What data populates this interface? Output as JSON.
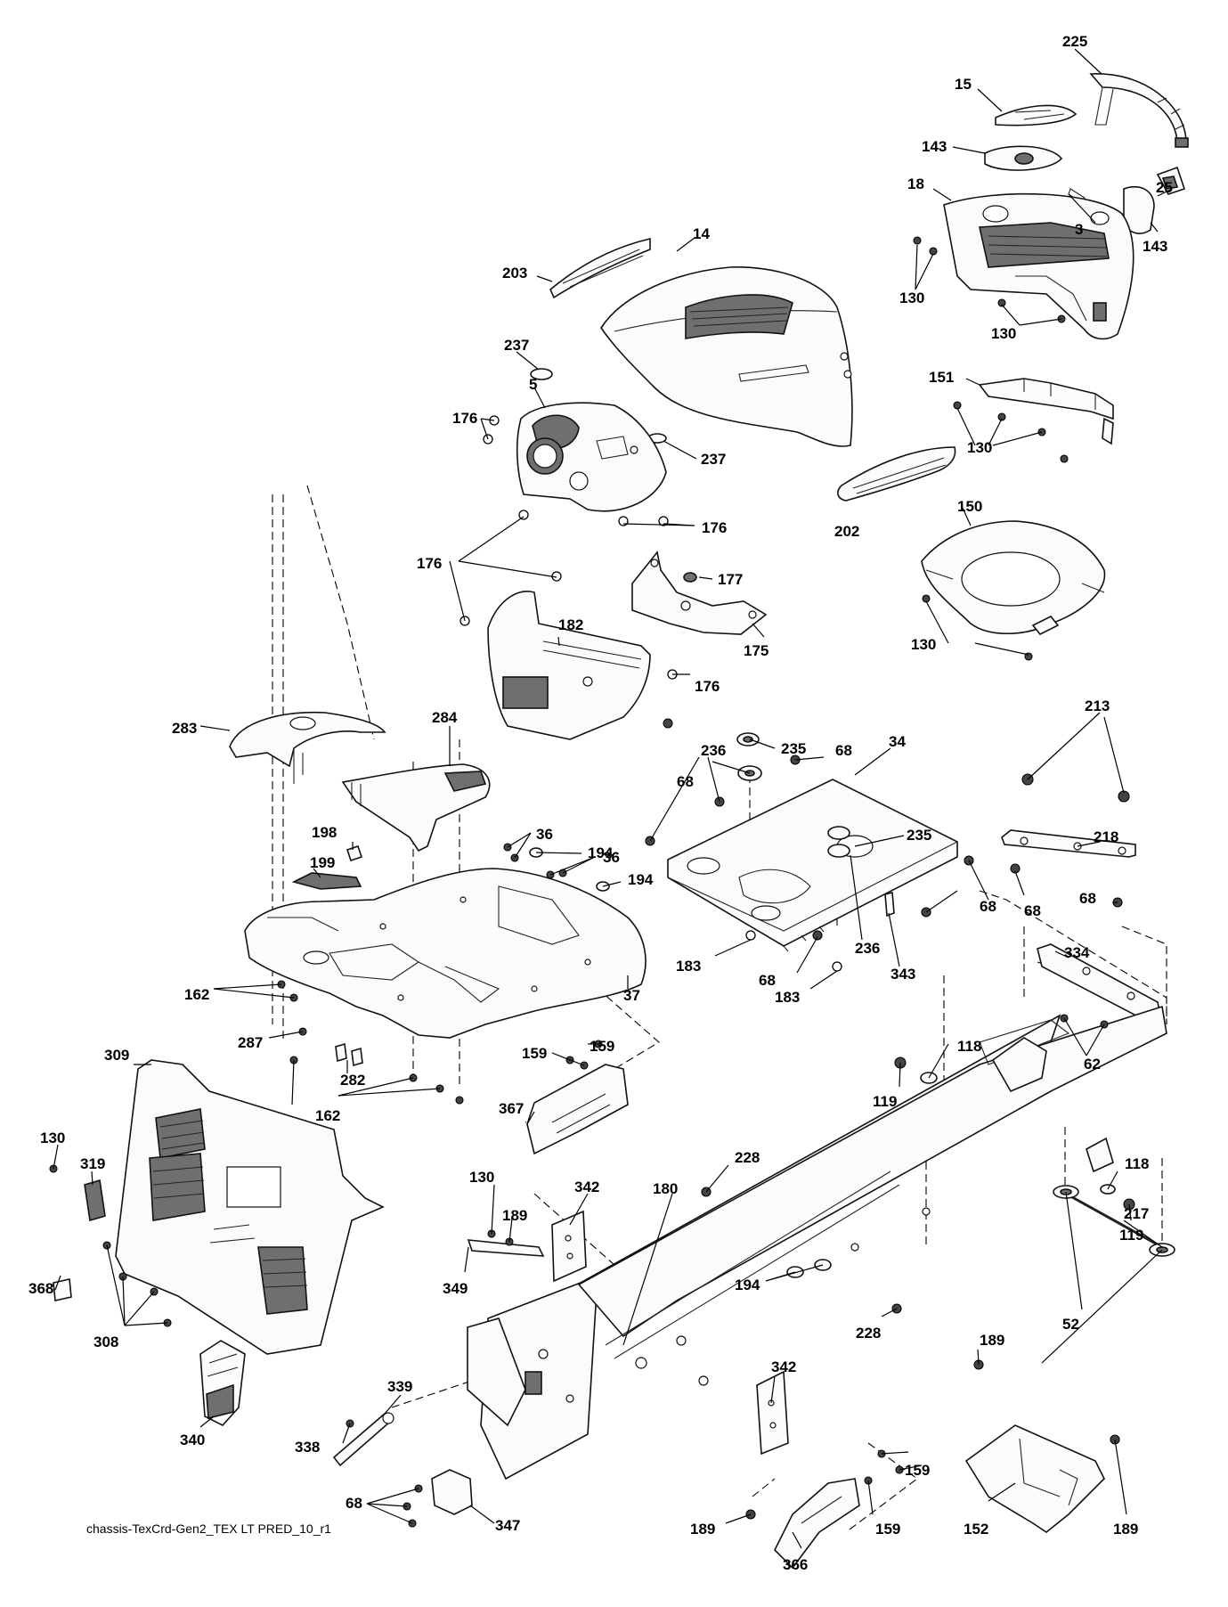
{
  "diagram": {
    "caption": "chassis-TexCrd-Gen2_TEX LT PRED_10_r1",
    "callouts": [
      "225",
      "15",
      "143",
      "18",
      "3",
      "25",
      "143",
      "130",
      "130",
      "203",
      "14",
      "237",
      "5",
      "176",
      "237",
      "151",
      "130",
      "202",
      "176",
      "176",
      "150",
      "177",
      "182",
      "175",
      "176",
      "130",
      "283",
      "284",
      "36",
      "194",
      "36",
      "194",
      "198",
      "199",
      "235",
      "68",
      "236",
      "34",
      "235",
      "68",
      "68",
      "236",
      "343",
      "183",
      "68",
      "183",
      "213",
      "218",
      "68",
      "68",
      "162",
      "287",
      "282",
      "162",
      "37",
      "334",
      "62",
      "159",
      "159",
      "367",
      "309",
      "319",
      "130",
      "118",
      "119",
      "228",
      "180",
      "118",
      "119",
      "130",
      "342",
      "189",
      "349",
      "194",
      "368",
      "308",
      "217",
      "228",
      "52",
      "340",
      "338",
      "339",
      "342",
      "189",
      "159",
      "159",
      "152",
      "189",
      "68",
      "347",
      "189",
      "366"
    ]
  }
}
